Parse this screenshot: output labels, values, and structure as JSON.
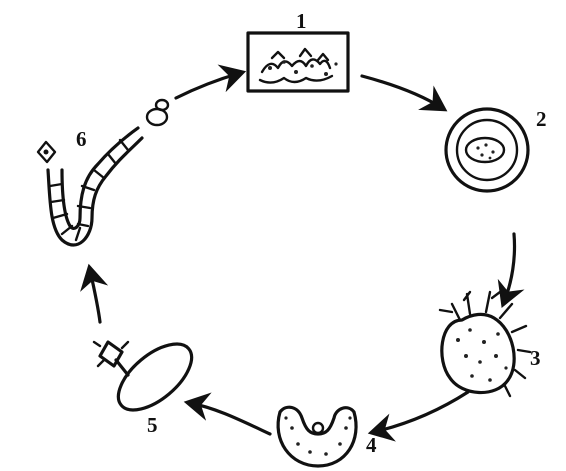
{
  "stages": [
    {
      "label": "1"
    },
    {
      "label": "2"
    },
    {
      "label": "3"
    },
    {
      "label": "4"
    },
    {
      "label": "5"
    },
    {
      "label": "6"
    }
  ]
}
